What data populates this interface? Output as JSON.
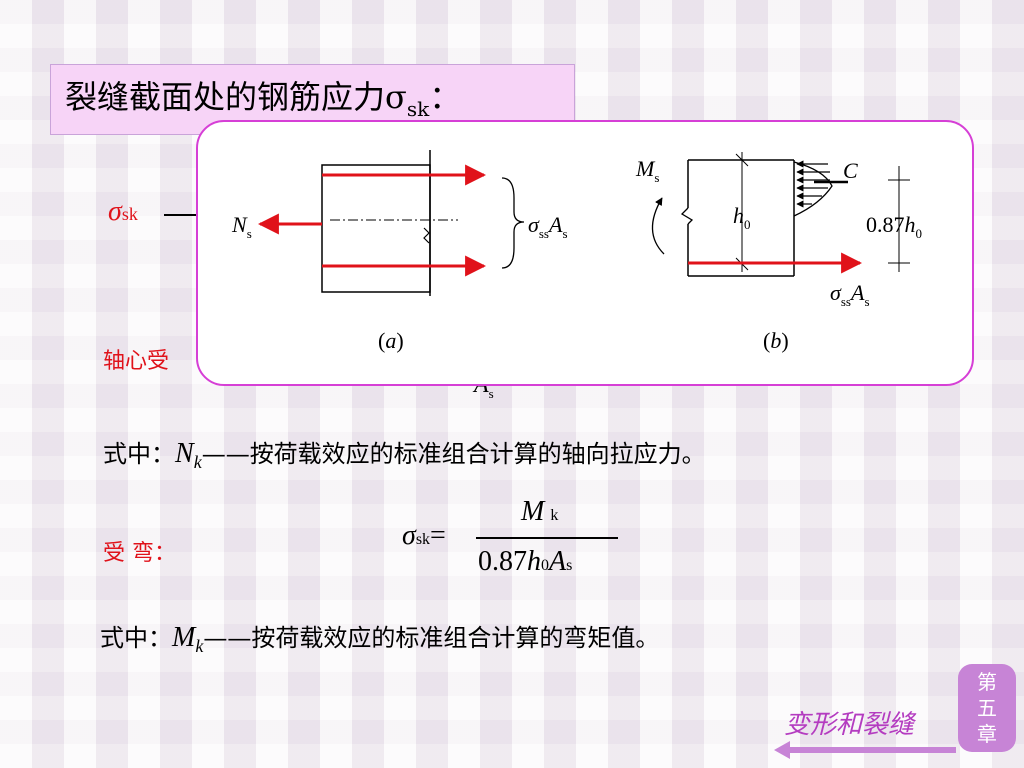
{
  "title": {
    "main": "裂缝截面处的钢筋应力σ",
    "sub": "sk",
    "colon": "："
  },
  "diagram": {
    "a": {
      "force_label": "N",
      "force_sub": "s",
      "stress_sigma": "σ",
      "stress_sub": "ss",
      "stress_A": "A",
      "stress_A_sub": "s",
      "caption": {
        "open": "(",
        "letter": "a",
        "close": ")"
      }
    },
    "b": {
      "moment_label": "M",
      "moment_sub": "s",
      "compression": "C",
      "depth_label": "h",
      "depth_sub": "0",
      "lever_prefix": "0.87",
      "lever_h": "h",
      "lever_sub": "0",
      "stress_sigma": "σ",
      "stress_sub": "ss",
      "stress_A": "A",
      "stress_A_sub": "s",
      "caption": {
        "open": "(",
        "letter": "b",
        "close": ")"
      }
    }
  },
  "left_formula": {
    "sigma": "σ",
    "sub": "sk"
  },
  "axial": {
    "label_visible": "轴心受",
    "denominator": "A",
    "denominator_sub": "s"
  },
  "nk_line": {
    "prefix": "式中：",
    "var": "N",
    "var_sub": "k",
    "text": "——按荷载效应的标准组合计算的轴向拉应力。"
  },
  "bending": {
    "label": "受 弯：",
    "sigma": "σ",
    "sigma_sub": "sk",
    "equals": "=",
    "numerator": "M",
    "numerator_sub": "k",
    "den_prefix": "0.87",
    "den_h": "h",
    "den_h_sub": "0",
    "den_A": "A",
    "den_A_sub": "s"
  },
  "mk_line": {
    "prefix": "式中：",
    "var": "M",
    "var_sub": "k",
    "text": "——按荷载效应的标准组合计算的弯矩值。"
  },
  "footer": {
    "chapter_1": "第",
    "chapter_2": "五",
    "chapter_3": "章",
    "section": "变形和裂缝"
  },
  "colors": {
    "accent_red": "#e0121a",
    "popup_border": "#d63fd6",
    "title_bg": "#f7d4f7",
    "chapter_bg": "#c784d6",
    "footer_text": "#b43cc0"
  }
}
